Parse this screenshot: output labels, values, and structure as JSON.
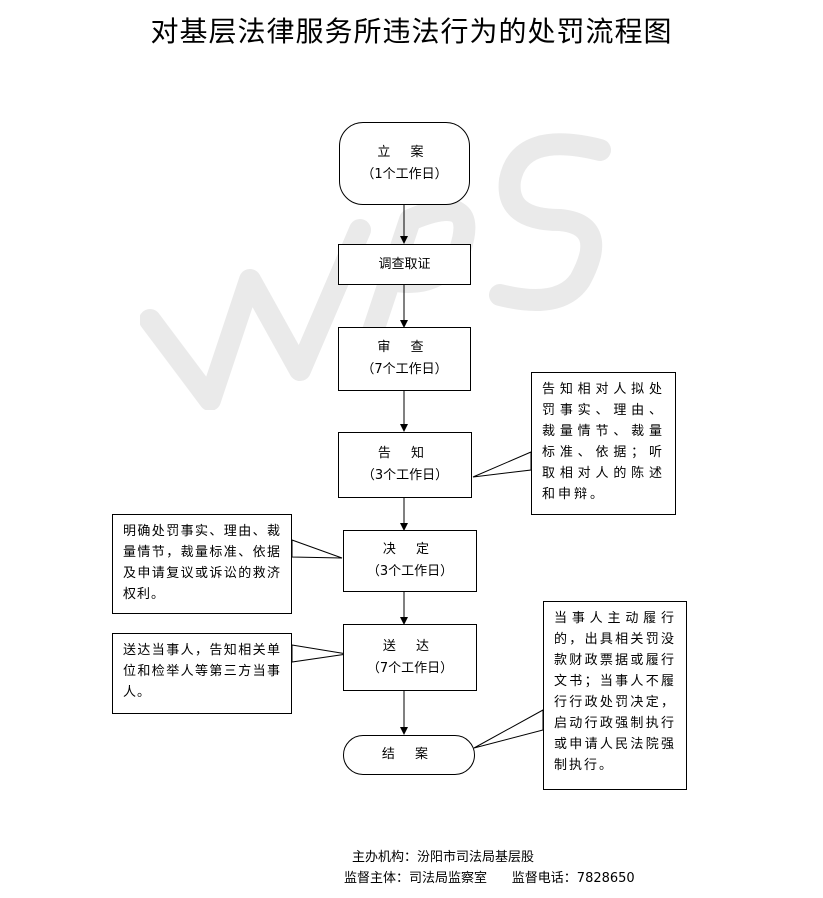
{
  "title": "对基层法律服务所违法行为的处罚流程图",
  "nodes": {
    "lian": {
      "line1": "立  案",
      "line2": "（1个工作日）"
    },
    "diaocha": {
      "line1": "调查取证"
    },
    "shencha": {
      "line1": "审  查",
      "line2": "（7个工作日）"
    },
    "gaozhi": {
      "line1": "告  知",
      "line2": "（3个工作日）"
    },
    "jueding": {
      "line1": "决  定",
      "line2": "（3个工作日）"
    },
    "songda": {
      "line1": "送  达",
      "line2": "（7个工作日）"
    },
    "jiean": {
      "line1": "结  案"
    }
  },
  "notes": {
    "gaozhi": "告知相对人拟处罚事实、理由、裁量情节、裁量标准、依据；听取相对人的陈述和申辩。",
    "jueding": "明确处罚事实、理由、裁量情节，裁量标准、依据及申请复议或诉讼的救济权利。",
    "songda": "送达当事人，告知相关单位和检举人等第三方当事人。",
    "jiean": "当事人主动履行的，出具相关罚没款财政票据或履行文书；当事人不履行行政处罚决定，启动行政强制执行或申请人民法院强制执行。"
  },
  "footer": {
    "line1": "主办机构：汾阳市司法局基层股",
    "line2": "监督主体：司法局监察室      监督电话：7828650"
  },
  "watermark": {
    "text": "WPS",
    "color": "#e6e6e6"
  }
}
